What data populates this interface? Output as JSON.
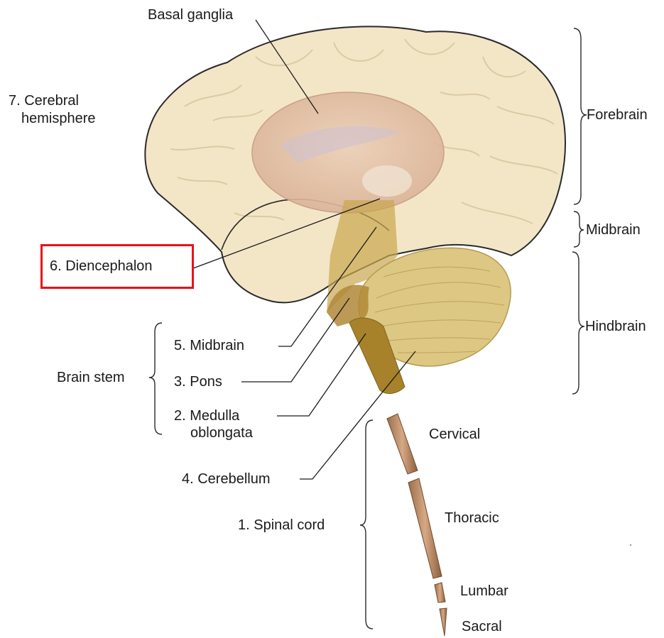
{
  "labels": {
    "basal_ganglia": "Basal ganglia",
    "cerebral_hemisphere_line1": "7. Cerebral",
    "cerebral_hemisphere_line2": "hemisphere",
    "forebrain": "Forebrain",
    "midbrain_division": "Midbrain",
    "diencephalon": "6. Diencephalon",
    "hindbrain": "Hindbrain",
    "midbrain_numbered": "5. Midbrain",
    "brain_stem": "Brain stem",
    "pons": "3. Pons",
    "medulla_line1": "2. Medulla",
    "medulla_line2": "oblongata",
    "cerebellum": "4. Cerebellum",
    "spinal_cord": "1. Spinal cord",
    "cervical": "Cervical",
    "thoracic": "Thoracic",
    "lumbar": "Lumbar",
    "sacral": "Sacral"
  },
  "highlighted_label": "6. Diencephalon",
  "colors": {
    "cerebrum": "#f3e6c7",
    "cerebrum_outline": "#2a2a2a",
    "basal_ganglia": "#e2c0a6",
    "cerebellum": "#dcc783",
    "brainstem": "#c9a64f",
    "medulla": "#a8822b",
    "spinal_cord": "#b88a66",
    "highlight_box": "#e8121a"
  }
}
